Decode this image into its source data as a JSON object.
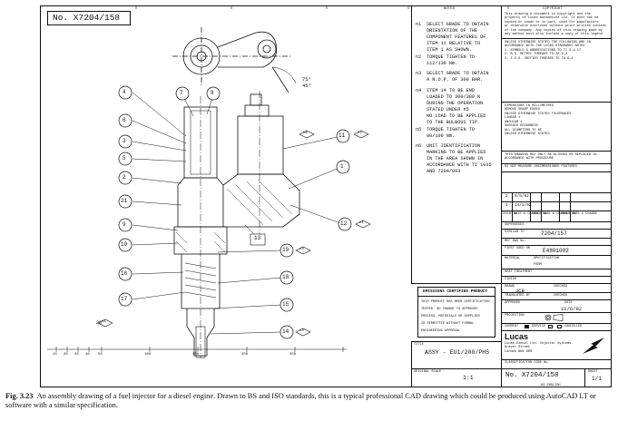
{
  "drawing": {
    "number_top": "No. X7204/158",
    "notes_heading": "NOTES",
    "copyright_heading": "COPYRIGHT",
    "notes": [
      {
        "n": "n1",
        "lines": [
          "SELECT GRADE TO OBTAIN",
          "ORIENTATION OF THE",
          "COMPONENT FEATURES OF",
          "ITEM 11 RELATIVE TO",
          "ITEM 1 AS SHOWN."
        ]
      },
      {
        "n": "n2",
        "lines": [
          "TORQUE TIGHTEN TO",
          "112/138 Nm."
        ]
      },
      {
        "n": "n3",
        "lines": [
          "SELECT GRADE TO OBTAIN",
          "A N.O.P. OF 300 BAR."
        ]
      },
      {
        "n": "n4",
        "lines": [
          "ITEM 14 TO BE END",
          "LOADED TO 300/380 N",
          "DURING THE OPERATION",
          "STATED UNDER n5",
          "NO LOAD TO BE APPLIED",
          "TO THE BULBOUS TIP."
        ]
      },
      {
        "n": "n5",
        "lines": [
          "TORQUE TIGHTEN TO",
          "80/100 Nm."
        ]
      },
      {
        "n": "n6",
        "lines": [
          "UNIT IDENTIFICATION",
          "MARKING TO BE APPLIED",
          "IN THE AREA SHOWN IN",
          "ACCORDANCE WITH TI 1035",
          "AND 7204/093"
        ]
      }
    ],
    "angles": [
      "75°",
      "45°"
    ],
    "balloons": [
      "4",
      "7",
      "8",
      "6",
      "3",
      "5",
      "2",
      "21",
      "9",
      "10",
      "16",
      "17",
      "20",
      "13",
      "19",
      "18",
      "15",
      "14",
      "11",
      "1",
      "12"
    ],
    "note_flags": [
      "n6",
      "n2",
      "n3",
      "n1",
      "n5",
      "n4"
    ],
    "scale_ticks": [
      "10",
      "20",
      "30",
      "40",
      "50",
      "100",
      "150",
      "200",
      "250"
    ],
    "emissions": {
      "title": "EMISSIONS CERTIFIED PRODUCT",
      "lines": [
        "THIS PRODUCT HAS BEEN CERTIFICATION",
        "TESTED. NO CHANGE TO APPROVED",
        "PROCESS, MATERIALS OR SUPPLIER",
        "IS PERMITTED WITHOUT FORMAL",
        "ENGINEERING APPROVAL"
      ]
    },
    "title_label": "TITLE",
    "title_value": "ASSY - EU1/200/PH5",
    "original_scale_label": "ORIGINAL SCALE",
    "original_scale_value": "1:1",
    "number_bottom": "No. X7204/158",
    "sheet_label": "SHEET",
    "sheet_value": "1/1",
    "paper_size": "A2 ENGLISH",
    "classification_label": "CLASSIFICATION CODE No.",
    "company": {
      "name": "Lucas",
      "lines": [
        "Lucas Diesel Ltd. Injector Systems",
        "Gravel Street",
        "London NW1 6HR"
      ]
    },
    "title_block": {
      "similar_label": "SIMILAR TO",
      "similar_value": "7204/157",
      "ref_label": "REF DWG No.",
      "first_used_label": "FIRST USED ON",
      "first_used_value": "E4801002",
      "material_label": "MATERIAL",
      "specification_label": "SPECIFICATION",
      "form_label": "FORM",
      "heat_label": "HEAT TREATMENT",
      "finish_label": "FINISH",
      "drawn_label": "DRAWN",
      "drawn_value": "JCB",
      "checked_label": "CHECKED",
      "translated_label": "TRANSLATED BY",
      "checked2_label": "CHECKED",
      "approved_label": "APPROVED",
      "date_label": "DATE",
      "date_value": "12/6/92",
      "projection_label": "PROJECTION",
      "current_label": "CURRENT",
      "service_label": "SERVICE",
      "cancelled_label": "CANCELLED"
    },
    "issue_rows": [
      {
        "issue": "2",
        "date": "5/5/92"
      },
      {
        "issue": "1",
        "date": "14/1/92"
      }
    ],
    "issue_headers": [
      "ISSUE No.",
      "DATE & CHANGE",
      "ISSUE No.",
      "DATE & CHANGE",
      "ISSUE No.",
      "DATE & CHANGE"
    ],
    "supersedes_label": "SUPERSEDES",
    "dim_notes": [
      "DIMENSIONS IN MILLIMETRES",
      "REMOVE SHARP EDGES",
      "UNLESS OTHERWISE STATED TOLERANCES",
      "LINEAR ±",
      "ANGULAR ±",
      "SURFACE ROUGHNESS",
      "ALL DIAMETERS TO BE",
      "UNLESS OTHERWISE STATED"
    ],
    "std_notes": [
      "UNLESS OTHERWISE STATED THE FOLLOWING ARE IN",
      "ACCORDANCE WITH THE LUCAS STANDARDS NOTED",
      "1. SYMBOLS & ABBREVIATIONS TO TI 3-4-17",
      "2. B.S. METRIC THREADS TO TA-9-3",
      "3. I.S.O. UNIFIED THREADS TO TA-9-4"
    ],
    "copyright_lines": [
      "This drawing & document is copyright and the",
      "property of Lucas Automotive Ltd. It must not be",
      "copied or shown or in part, used for manufacture",
      "or otherwise disclosed without prior written consent",
      "of the company. Any copies of this drawing made by",
      "any method must also include a copy of this legend."
    ],
    "gauge_note": "THIS DRAWING MAY ONLY BE ALTERED OR REPLACED IN ACCORDANCE WITH PROCEDURE",
    "no_measure": "DO NOT MEASURE UNDIMENSIONED FEATURES"
  },
  "caption": {
    "label": "Fig. 3.23",
    "text": "An assembly drawing of a fuel injector for a diesel engine. Drawn to BS and ISO standards, this is a typical professional CAD drawing which could be produced using AutoCAD LT or software with a similar specification."
  }
}
